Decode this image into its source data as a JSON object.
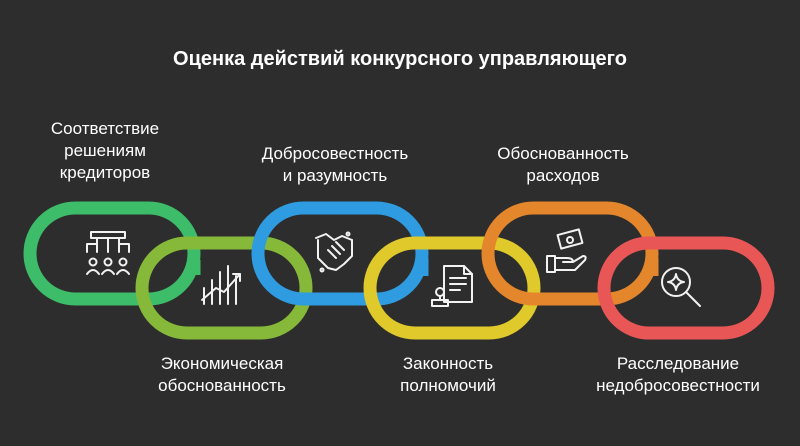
{
  "title": "Оценка действий конкурсного управляющего",
  "links": [
    {
      "label": "Соответствие\nрешениям\nкредиторов",
      "icon": "org-chart-people-icon",
      "color": "#3dbd6a"
    },
    {
      "label": "Экономическая\nобоснованность",
      "icon": "growth-chart-icon",
      "color": "#86b83a"
    },
    {
      "label": "Добросовестность\nи разумность",
      "icon": "handshake-icon",
      "color": "#2f9be0"
    },
    {
      "label": "Законность\nполномочий",
      "icon": "document-stamp-icon",
      "color": "#e0c92a"
    },
    {
      "label": "Обоснованность\nрасходов",
      "icon": "money-hand-icon",
      "color": "#e3862c"
    },
    {
      "label": "Расследование\nнедобросовестности",
      "icon": "magnifier-icon",
      "color": "#e85656"
    }
  ]
}
